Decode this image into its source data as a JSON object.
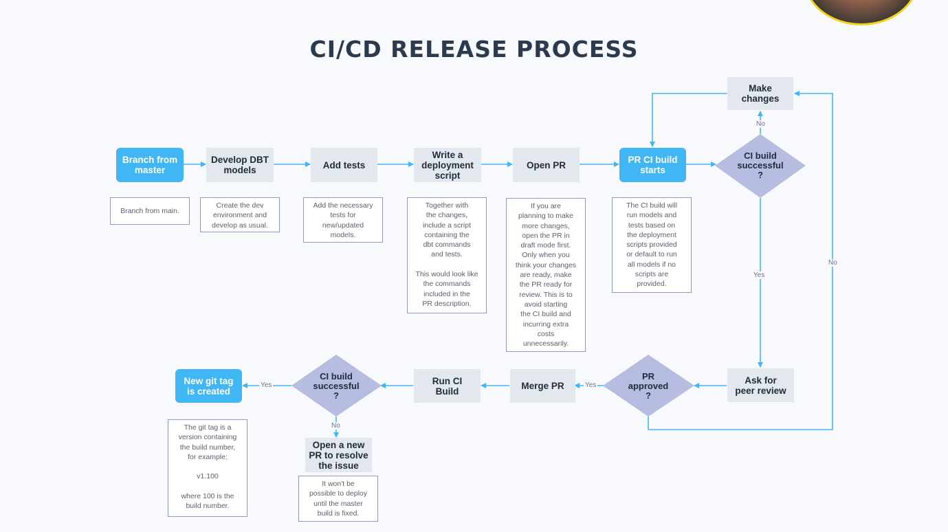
{
  "title": "CI/CD RELEASE PROCESS",
  "colors": {
    "accent": "#41b6f5",
    "process_box": "#e3e7ee",
    "decision": "#b6bde0",
    "arrow": "#41b6f5",
    "note_border": "#8d97c9"
  },
  "nodes": {
    "branch": "Branch from\nmaster",
    "develop": "Develop DBT\nmodels",
    "tests": "Add tests",
    "script": "Write a\ndeployment\nscript",
    "open_pr": "Open PR",
    "pr_ci": "PR CI build\nstarts",
    "ci_ok1": "CI build\nsuccessful\n?",
    "make_changes": "Make\nchanges",
    "peer_review": "Ask for\npeer review",
    "pr_approved": "PR\napproved\n?",
    "merge": "Merge PR",
    "run_ci": "Run CI\nBuild",
    "ci_ok2": "CI build\nsuccessful\n?",
    "git_tag": "New git tag\nis created",
    "new_pr": "Open a new\nPR to resolve\nthe issue"
  },
  "notes": {
    "branch": "Branch from main.",
    "develop": "Create the dev\nenvironment and\ndevelop as usual.",
    "tests": "Add the necessary\ntests for\nnew/updated\nmodels.",
    "script": "Together with\nthe changes,\ninclude a script\ncontaining the\ndbt commands\nand tests.\n\nThis would look like\nthe commands\nincluded in the\nPR description.",
    "open_pr": "If you are\nplanning to make\nmore changes,\nopen the PR in\ndraft mode first.\nOnly when you\nthink your changes\nare ready, make\nthe PR ready for\nreview. This is to\navoid starting\nthe CI build and\nincurring extra\ncosts\nunnecessarily.",
    "pr_ci": "The CI build will\nrun models and\ntests based on\nthe deployment\nscripts provided\nor default to run\nall models if no\nscripts are\nprovided.",
    "git_tag": "The git tag is a\nversion containing\nthe build number,\nfor example:\n\nv1.100\n\nwhere 100 is the\nbuild number.",
    "new_pr": "It won't be\npossible to deploy\nuntil the master\nbuild is fixed."
  },
  "edge_labels": {
    "no_make_changes": "No",
    "no_right": "No",
    "yes_down": "Yes",
    "yes_merge": "Yes",
    "yes_tag": "Yes",
    "no_new_pr": "No"
  }
}
